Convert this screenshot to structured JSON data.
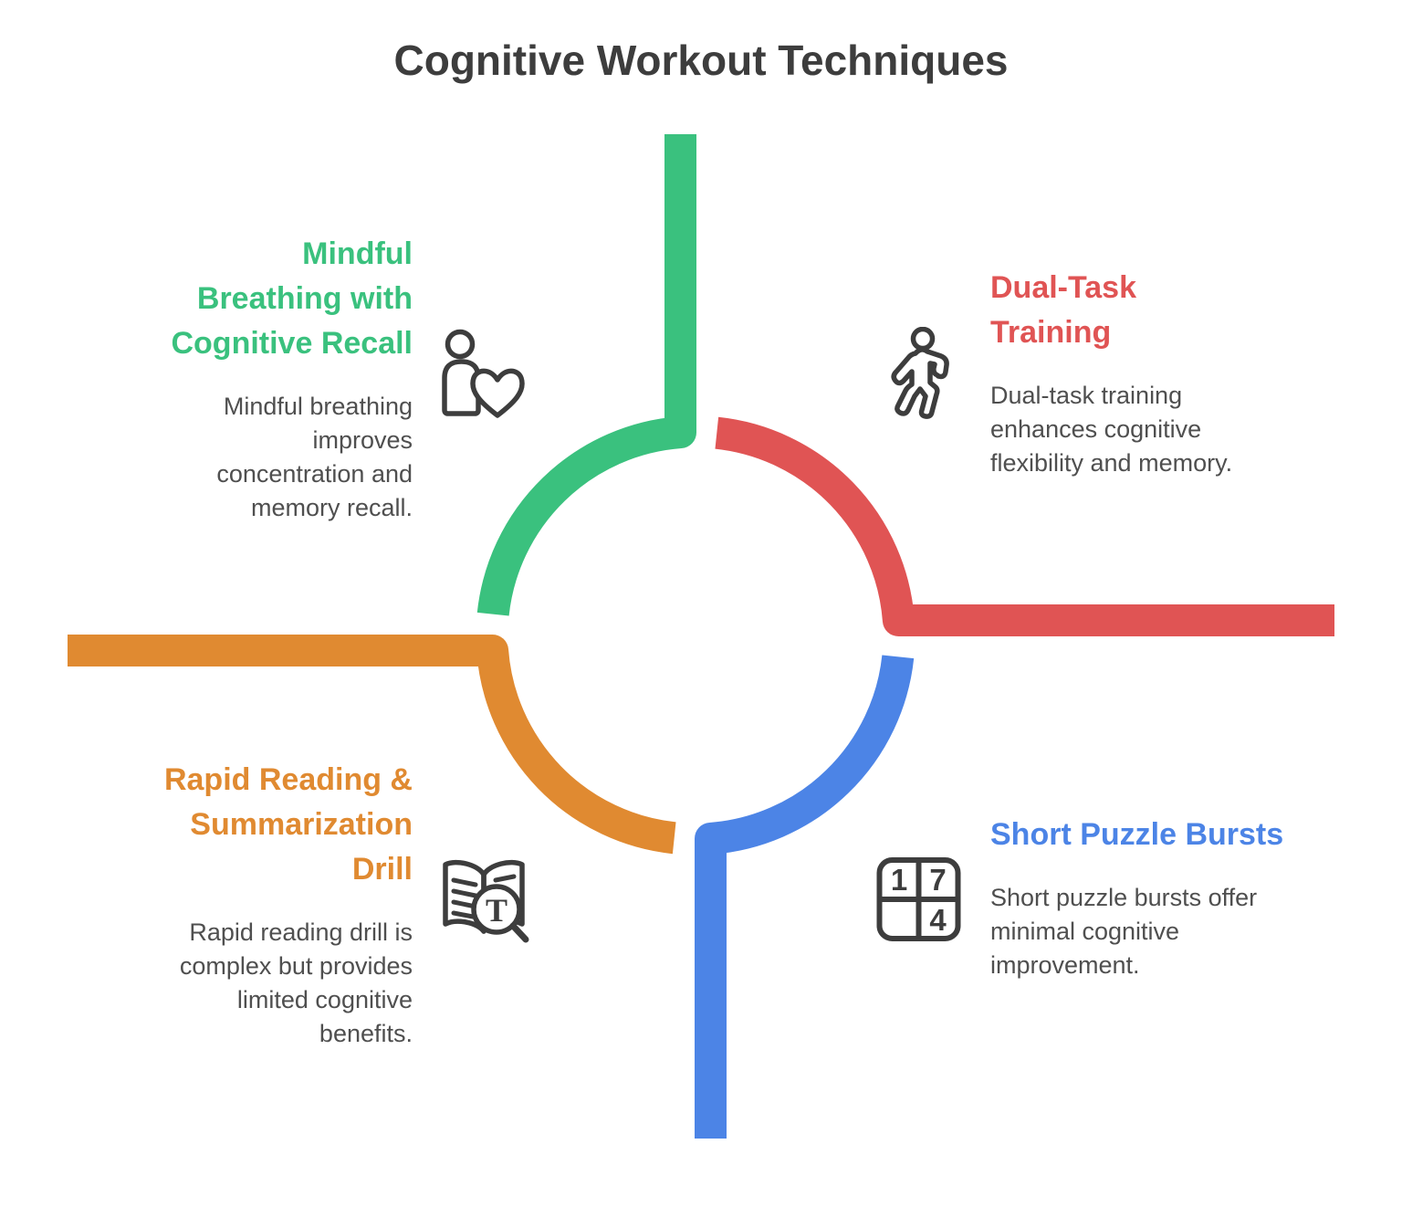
{
  "title": "Cognitive Workout Techniques",
  "colors": {
    "title_text": "#3d3d3d",
    "body_text": "#4f4f4f",
    "icon_stroke": "#3d3d3d",
    "green": "#3ac17e",
    "red": "#e05454",
    "orange": "#e08a31",
    "blue": "#4c84e6"
  },
  "sections": [
    {
      "id": "mindful-breathing-with-cognitive-recall",
      "heading": "Mindful\nBreathing with\nCognitive Recall",
      "description": "Mindful breathing\nimproves\nconcentration and\nmemory recall.",
      "accent": "#3ac17e",
      "icon": "person-heart-icon"
    },
    {
      "id": "dual-task-training",
      "heading": "Dual-Task\nTraining",
      "description": "Dual-task training\nenhances cognitive\nflexibility and memory.",
      "accent": "#e05454",
      "icon": "walking-person-icon"
    },
    {
      "id": "rapid-reading-summarization-drill",
      "heading": "Rapid Reading &\nSummarization\nDrill",
      "description": "Rapid reading drill is\ncomplex but provides\nlimited cognitive\nbenefits.",
      "accent": "#e08a31",
      "icon": "book-magnifier-icon"
    },
    {
      "id": "short-puzzle-bursts",
      "heading": "Short Puzzle Bursts",
      "description": "Short puzzle bursts offer\nminimal cognitive\nimprovement.",
      "accent": "#4c84e6",
      "icon": "puzzle-grid-icon"
    }
  ],
  "icon_glyphs": {
    "magnifier_letter": "T",
    "puzzle_numbers": [
      "1",
      "7",
      "4"
    ]
  }
}
